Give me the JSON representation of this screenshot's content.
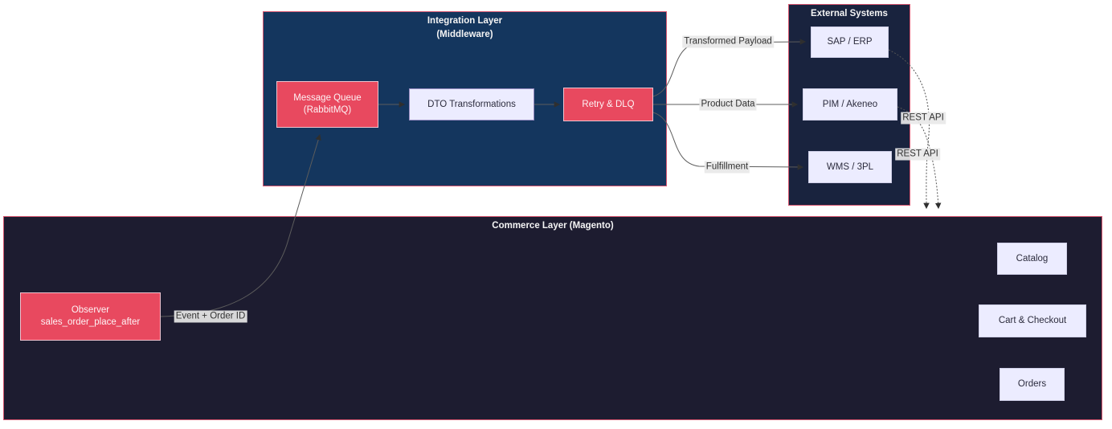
{
  "integration_layer": {
    "title": "Integration Layer",
    "subtitle": "(Middleware)",
    "nodes": {
      "message_queue_line1": "Message Queue",
      "message_queue_line2": "(RabbitMQ)",
      "dto": "DTO Transformations",
      "retry": "Retry & DLQ"
    }
  },
  "external_systems": {
    "title": "External Systems",
    "nodes": {
      "sap": "SAP / ERP",
      "pim": "PIM / Akeneo",
      "wms": "WMS / 3PL"
    }
  },
  "commerce_layer": {
    "title": "Commerce Layer (Magento)",
    "nodes": {
      "observer_line1": "Observer",
      "observer_line2": "sales_order_place_after",
      "catalog": "Catalog",
      "cart": "Cart & Checkout",
      "orders": "Orders"
    }
  },
  "edges": {
    "event_order_id": "Event + Order ID",
    "transformed_payload": "Transformed Payload",
    "product_data": "Product Data",
    "fulfillment": "Fulfillment",
    "rest_api_sap": "REST API",
    "rest_api_pim": "REST API"
  },
  "colors": {
    "accent_red": "#e8495f",
    "node_lavender": "#ececff",
    "integration_bg": "#14365e",
    "external_bg": "#19233e",
    "commerce_bg": "#1d1c30",
    "subgraph_border": "#d6566f",
    "edge_label_bg": "#e8e8e8",
    "edge_line": "#5c5c5c"
  }
}
